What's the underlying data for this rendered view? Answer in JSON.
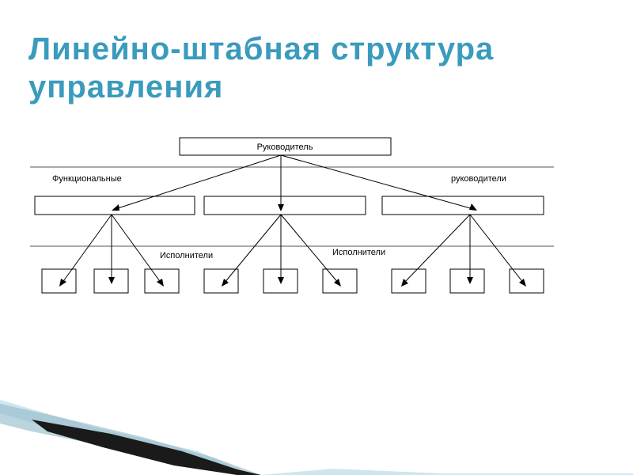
{
  "title": "Линейно-штабная структура управления",
  "diagram": {
    "head_label": "Руководитель",
    "functional_label_left": "Функциональные",
    "functional_label_right": "руководители",
    "executors_label_1": "Исполнители",
    "executors_label_2": "Исполнители"
  },
  "colors": {
    "title": "#3a9bbd",
    "deco_dark": "#1a1a1a",
    "deco_light": "#cfe6ee"
  }
}
